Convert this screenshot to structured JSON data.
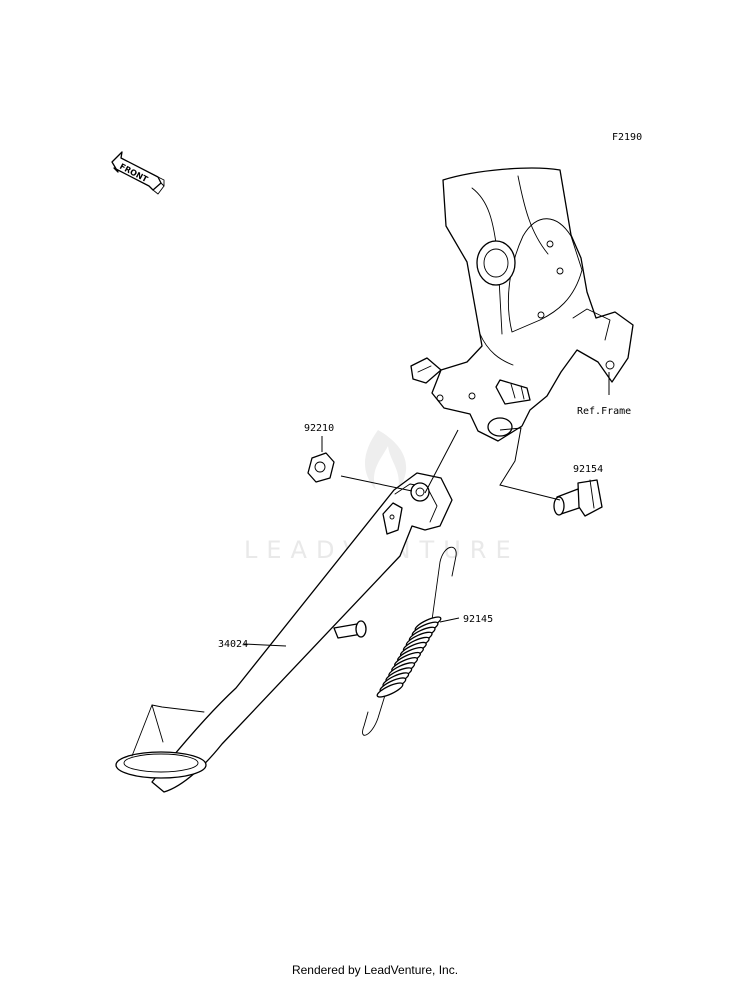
{
  "figure_code": "F2190",
  "front_label": "FRONT",
  "watermark": "LEADVENTURE",
  "callouts": {
    "nut": "92210",
    "bolt": "92154",
    "spring": "92145",
    "stand": "34024",
    "frame_ref": "Ref.Frame"
  },
  "footer": "Rendered by LeadVenture, Inc."
}
